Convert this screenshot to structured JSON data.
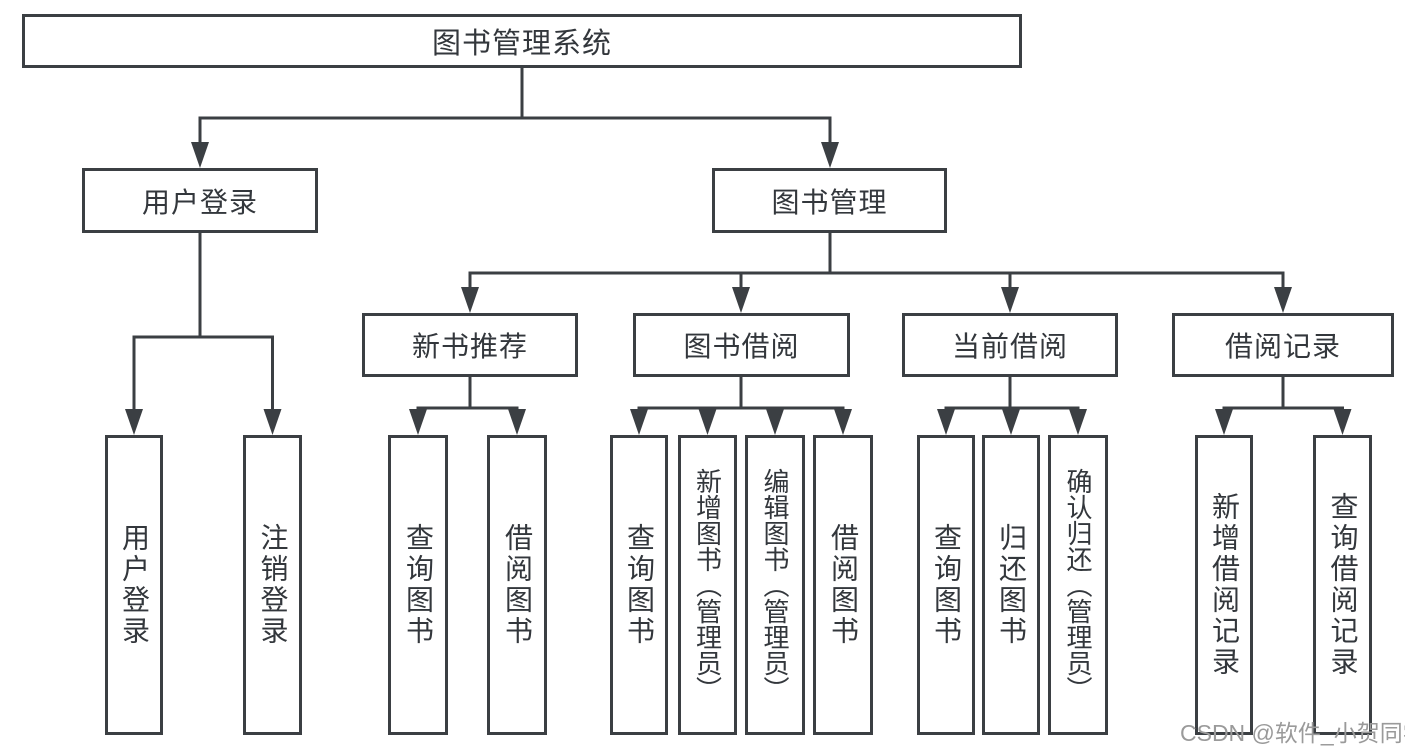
{
  "diagram": {
    "title": "图书管理系统",
    "level1": [
      {
        "label": "用户登录",
        "parent": "图书管理系统"
      },
      {
        "label": "图书管理",
        "parent": "图书管理系统"
      }
    ],
    "level2": [
      {
        "label": "新书推荐",
        "parent": "图书管理"
      },
      {
        "label": "图书借阅",
        "parent": "图书管理"
      },
      {
        "label": "当前借阅",
        "parent": "图书管理"
      },
      {
        "label": "借阅记录",
        "parent": "图书管理"
      }
    ],
    "leaves": [
      {
        "label": "用户登录",
        "parent": "用户登录"
      },
      {
        "label": "注销登录",
        "parent": "用户登录"
      },
      {
        "label": "查询图书",
        "parent": "新书推荐"
      },
      {
        "label": "借阅图书",
        "parent": "新书推荐"
      },
      {
        "label": "查询图书",
        "parent": "图书借阅"
      },
      {
        "label": "新增图书（管理员）",
        "parent": "图书借阅"
      },
      {
        "label": "编辑图书（管理员）",
        "parent": "图书借阅"
      },
      {
        "label": "借阅图书",
        "parent": "图书借阅"
      },
      {
        "label": "查询图书",
        "parent": "当前借阅"
      },
      {
        "label": "归还图书",
        "parent": "当前借阅"
      },
      {
        "label": "确认归还（管理员）",
        "parent": "当前借阅"
      },
      {
        "label": "新增借阅记录",
        "parent": "借阅记录"
      },
      {
        "label": "查询借阅记录",
        "parent": "借阅记录"
      }
    ]
  },
  "watermark": "CSDN @软件_小贺同学",
  "colors": {
    "line": "#3b3f43",
    "text": "#33373c",
    "watermark": "#9a9a9a"
  }
}
